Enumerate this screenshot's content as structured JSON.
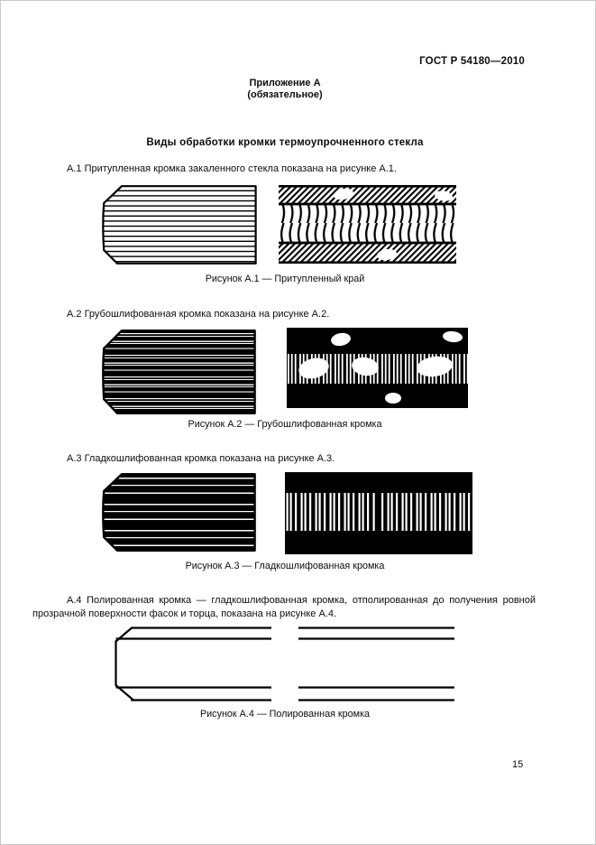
{
  "header": {
    "doc_code": "ГОСТ Р 54180—2010"
  },
  "appendix": {
    "label": "Приложение А",
    "note": "(обязательное)",
    "title": "Виды обработки кромки термоупрочненного стекла"
  },
  "sections": {
    "a1": {
      "text": "А.1  Притупленная кромка закаленного стекла показана на рисунке А.1.",
      "caption": "Рисунок А.1 — Притупленный край"
    },
    "a2": {
      "text": "А.2  Грубошлифованная кромка показана на рисунке А.2.",
      "caption": "Рисунок А.2 — Грубошлифованная кромка"
    },
    "a3": {
      "text": "А.3  Гладкошлифованная кромка показана на рисунке А.3.",
      "caption": "Рисунок А.3 — Гладкошлифованная кромка"
    },
    "a4": {
      "text": "А.4  Полированная кромка — гладкошлифованная кромка, отполированная до получения ровной прозрачной поверхности фасок и торца, показана на рисунке А.4.",
      "caption": "Рисунок А.4 — Полированная кромка"
    }
  },
  "footer": {
    "page_number": "15"
  }
}
